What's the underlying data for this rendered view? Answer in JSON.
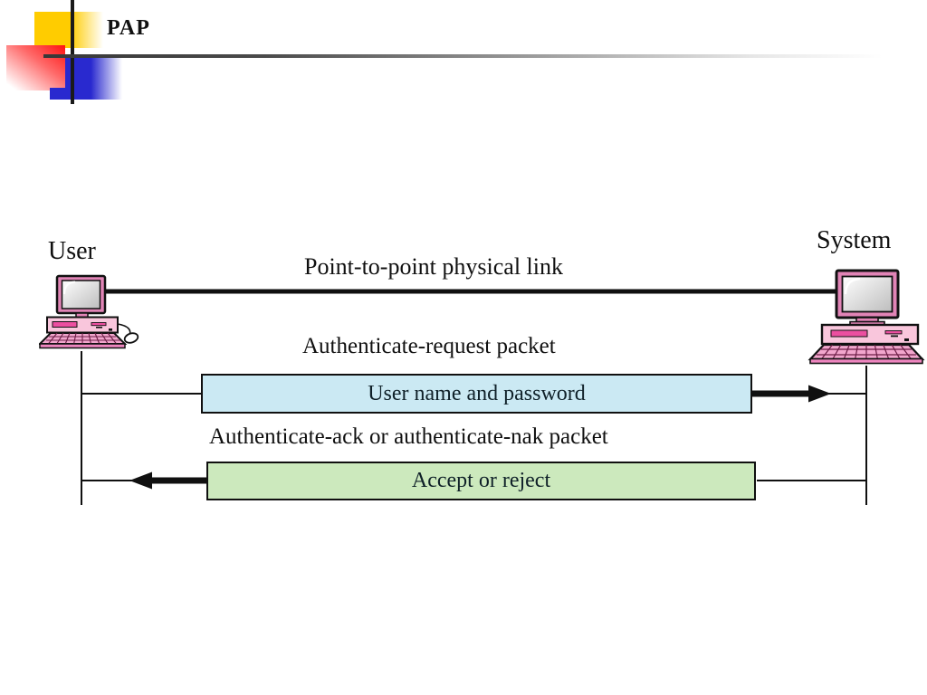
{
  "slide": {
    "title": "PAP"
  },
  "diagram": {
    "user_label": "User",
    "system_label": "System",
    "link_label": "Point-to-point physical link",
    "request_caption": "Authenticate-request packet",
    "request_box_label": "User name and password",
    "request_direction": "user-to-system",
    "response_caption": "Authenticate-ack or authenticate-nak packet",
    "response_box_label": "Accept or reject",
    "response_direction": "system-to-user"
  },
  "icons": {
    "user_node": "desktop-computer-icon",
    "system_node": "desktop-computer-icon"
  },
  "colors": {
    "request_box_fill": "#cbe9f3",
    "response_box_fill": "#cce9bd",
    "computer_body_pink": "#f9c6dc",
    "computer_frame_pink": "#e184b6",
    "computer_slot_magenta": "#ec4fa0",
    "accent_yellow": "#ffcc00",
    "accent_red": "#ff1010",
    "accent_blue": "#2929cf",
    "line_black": "#101010"
  }
}
